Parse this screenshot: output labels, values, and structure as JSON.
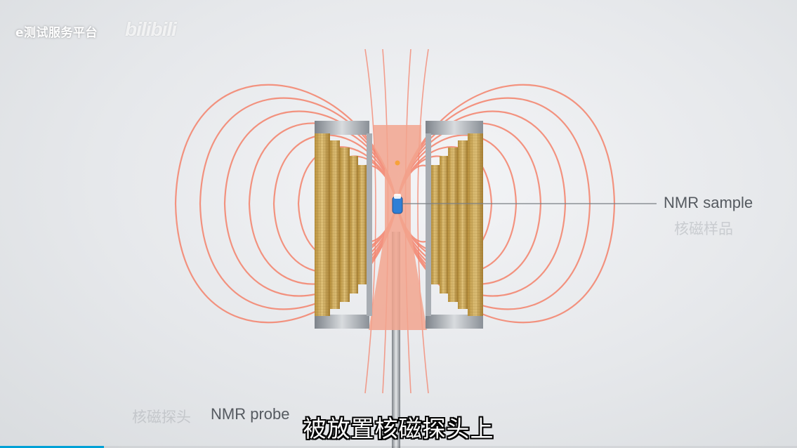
{
  "watermark": {
    "text": "e测试服务平台",
    "logo_text": "bilibili"
  },
  "labels": {
    "sample_en": "NMR sample",
    "sample_cn": "核磁样品",
    "probe_en": "NMR probe",
    "probe_cn": "核磁探头"
  },
  "subtitle": {
    "text": "被放置核磁探头上"
  },
  "playback": {
    "progress": 0.13
  },
  "colors": {
    "field_lines": "#f4826b",
    "coil_gold": "#c9a24a",
    "coil_frame": "#9aa0a6",
    "accent": "#00a1d6",
    "sample": "#2f7fd6"
  }
}
